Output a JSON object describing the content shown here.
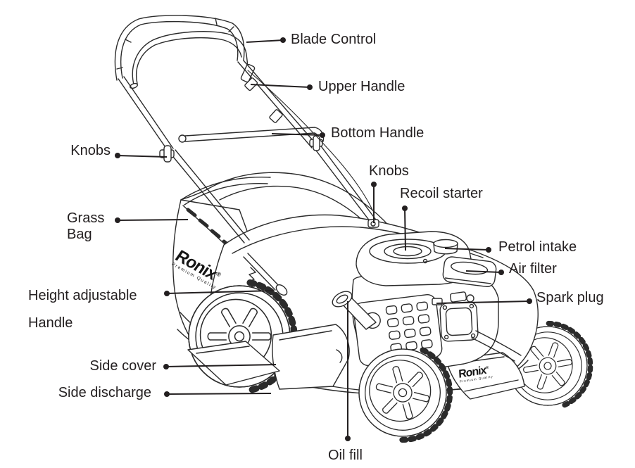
{
  "figure": {
    "type": "parts-diagram",
    "subject": "Petrol lawn mower labeled parts illustration",
    "background_color": "#ffffff",
    "line_color": "#2b2b2b",
    "text_color": "#231f20"
  },
  "brand": {
    "name": "Ronix",
    "registered_mark": "®",
    "tagline": "Premium Quality"
  },
  "labels": {
    "blade_control": "Blade Control",
    "upper_handle": "Upper Handle",
    "bottom_handle": "Bottom Handle",
    "knobs_left": "Knobs",
    "knobs_center": "Knobs",
    "recoil_starter": "Recoil starter",
    "petrol_intake": "Petrol intake",
    "air_filter": "Air filter",
    "spark_plug": "Spark plug",
    "grass_bag": "Grass\nBag",
    "height_adjustable_handle": "Height adjustable\nHandle",
    "side_cover": "Side cover",
    "side_discharge": "Side discharge",
    "oil_fill": "Oil fill"
  }
}
